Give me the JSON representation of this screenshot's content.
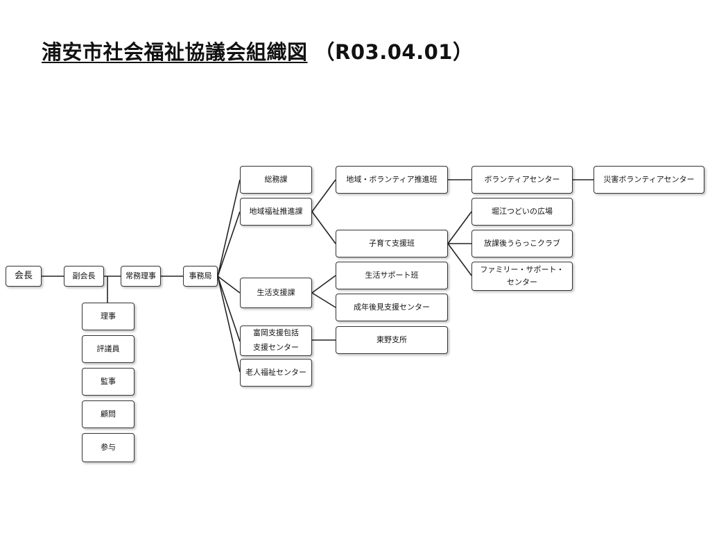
{
  "title": {
    "main": "浦安市社会福祉協議会組織図",
    "date": "（R03.04.01）"
  },
  "nodes": {
    "kaicho": "会長",
    "fukukaicho": "副会長",
    "jomu_riji": "常務理事",
    "jimukyoku": "事務局",
    "riji": "理事",
    "hyogiin": "評議員",
    "kanji": "監事",
    "komon": "顧問",
    "sanyo": "参与",
    "somuka": "総務課",
    "chiiki_fukushi_suishinka": "地域福祉推進課",
    "seikatsu_shienka": "生活支援課",
    "tomioka_shien": "富岡支援包括\n支援センター",
    "rojin_fukushi_center": "老人福祉センター",
    "chiiki_volunteer_han": "地域・ボランティア推進班",
    "kosodate_shien_han": "子育て支援班",
    "seikatsu_support_han": "生活サポート班",
    "seinen_koken_center": "成年後見支援センター",
    "higashino_shisho": "東野支所",
    "volunteer_center": "ボランティアセンター",
    "saigai_volunteer_center": "災害ボランティアセンター",
    "horie_hiroba": "堀江つどいの広場",
    "hokago_club": "放課後うらっこクラブ",
    "family_support_center": "ファミリー・サポート・\nセンター"
  }
}
